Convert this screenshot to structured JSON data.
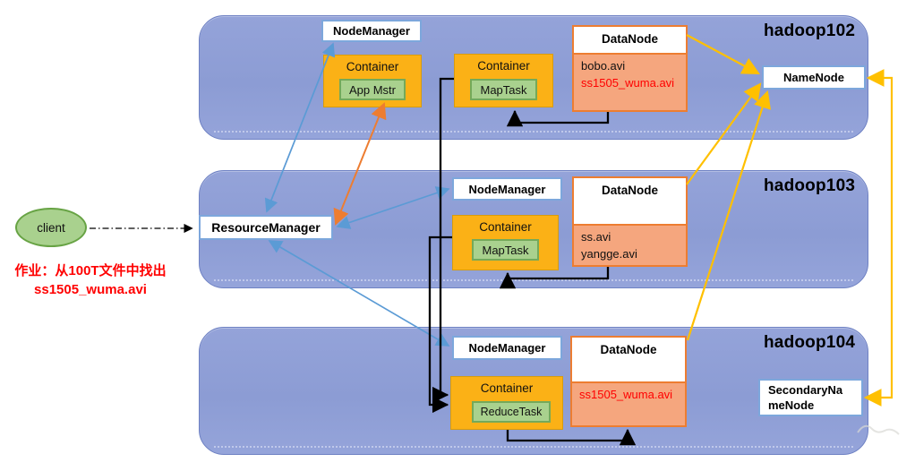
{
  "client": {
    "label": "client"
  },
  "job_note": {
    "line1": "作业：从100T文件中找出",
    "line2": "ss1505_wuma.avi"
  },
  "resource_manager": {
    "label": "ResourceManager"
  },
  "hosts": {
    "h102": {
      "title": "hadoop102",
      "node_manager": {
        "label": "NodeManager"
      },
      "am_container": {
        "label": "Container",
        "task": "App Mstr"
      },
      "map_container": {
        "label": "Container",
        "task": "MapTask"
      },
      "datanode": {
        "label": "DataNode",
        "file1": "bobo.avi",
        "file2": "ss1505_wuma.avi"
      },
      "name_node": {
        "label": "NameNode"
      }
    },
    "h103": {
      "title": "hadoop103",
      "node_manager": {
        "label": "NodeManager"
      },
      "map_container": {
        "label": "Container",
        "task": "MapTask"
      },
      "datanode": {
        "label": "DataNode",
        "file1": "ss.avi",
        "file2": "yangge.avi"
      }
    },
    "h104": {
      "title": "hadoop104",
      "node_manager": {
        "label": "NodeManager"
      },
      "reduce_container": {
        "label": "Container",
        "task": "ReduceTask"
      },
      "datanode": {
        "label": "DataNode",
        "file1": "ss1505_wuma.avi"
      },
      "secondary_name_node": {
        "label": "SecondaryNameNode"
      }
    }
  },
  "colors": {
    "host_fill": "#8f9fd6",
    "container_fill": "#fbb116",
    "task_fill": "#a9d18e",
    "datanode_border": "#ed7d31",
    "datanode_body": "#f5a67e",
    "node_box_border": "#7da7dc",
    "arrow_blue": "#5b9bd5",
    "arrow_orange": "#ed7d31",
    "arrow_yellow": "#ffc000",
    "arrow_black": "#000000",
    "highlight_text": "#ff0000"
  }
}
